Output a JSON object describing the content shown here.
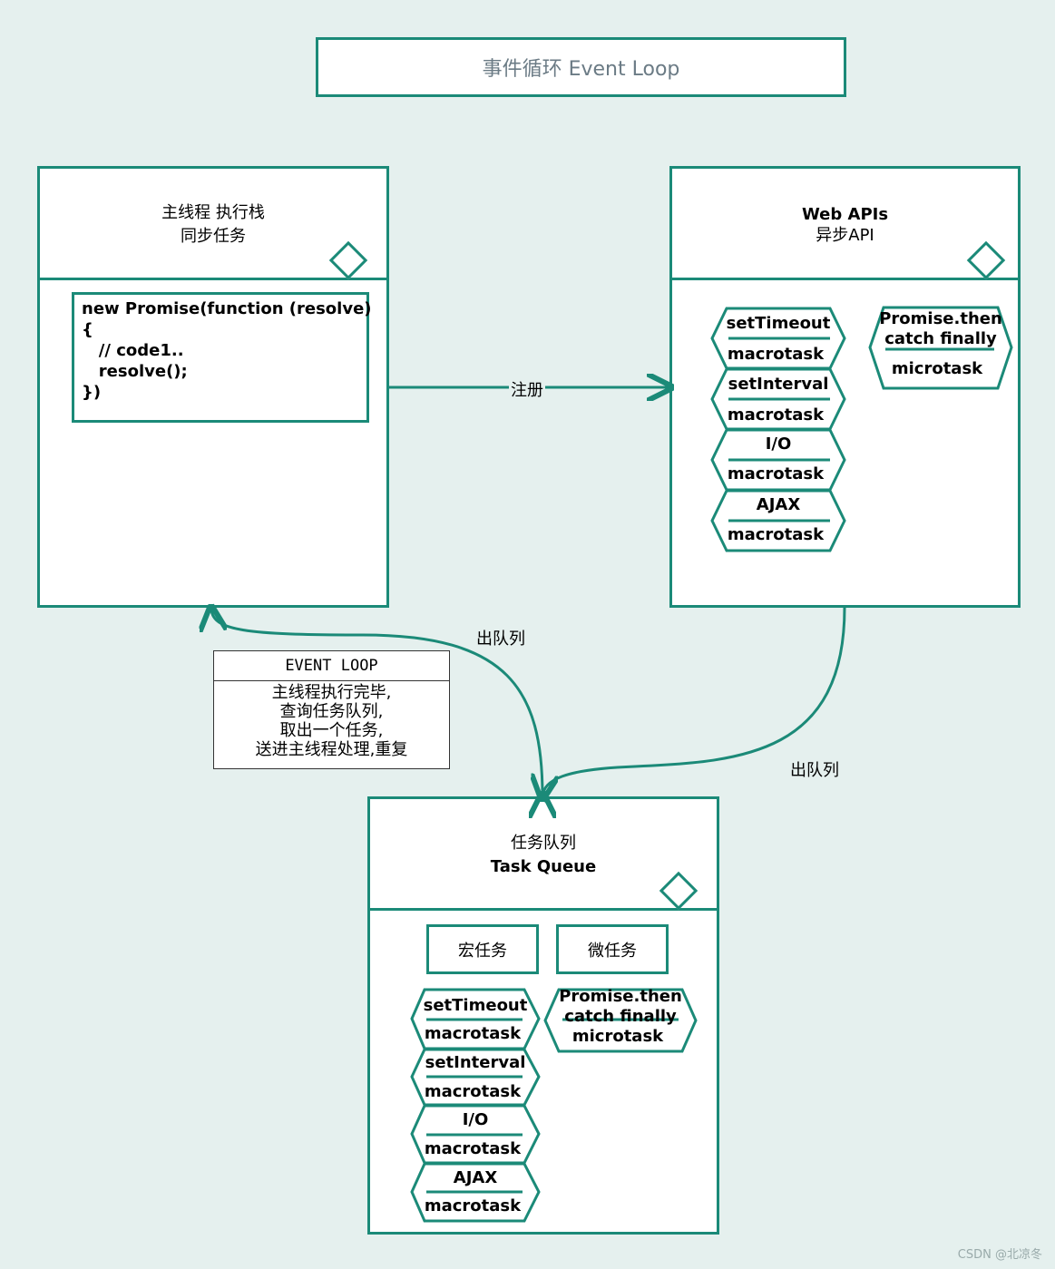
{
  "title": "事件循环 Event Loop",
  "main_thread": {
    "title_line1": "主线程 执行栈",
    "title_line2": "同步任务",
    "code": "new Promise(function (resolve)\n{\n   // code1..\n   resolve();\n})"
  },
  "web_apis": {
    "title_line1": "Web APIs",
    "title_line2": "异步API",
    "macrotasks": [
      {
        "name": "setTimeout",
        "type": "macrotask"
      },
      {
        "name": "setInterval",
        "type": "macrotask"
      },
      {
        "name": "I/O",
        "type": "macrotask"
      },
      {
        "name": "AJAX",
        "type": "macrotask"
      }
    ],
    "microtask": {
      "name": "Promise.then\ncatch finally",
      "type": "microtask"
    }
  },
  "task_queue": {
    "title_line1": "任务队列",
    "title_line2": "Task Queue",
    "macro_label": "宏任务",
    "micro_label": "微任务",
    "macrotasks": [
      {
        "name": "setTimeout",
        "type": "macrotask"
      },
      {
        "name": "setInterval",
        "type": "macrotask"
      },
      {
        "name": "I/O",
        "type": "macrotask"
      },
      {
        "name": "AJAX",
        "type": "macrotask"
      }
    ],
    "microtask": {
      "name": "Promise.then\ncatch finally",
      "type": "microtask"
    }
  },
  "arrows": {
    "register": "注册",
    "dequeue_left": "出队列",
    "dequeue_right": "出队列"
  },
  "event_loop_note": {
    "header": "EVENT LOOP",
    "line1": "主线程执行完毕,",
    "line2": "查询任务队列,",
    "line3": "取出一个任务,",
    "line4": "送进主线程处理,重复"
  },
  "watermark": "CSDN @北凉冬",
  "colors": {
    "accent": "#1b8a78",
    "background": "#e5f0ee",
    "title_text": "#6b7b85"
  }
}
